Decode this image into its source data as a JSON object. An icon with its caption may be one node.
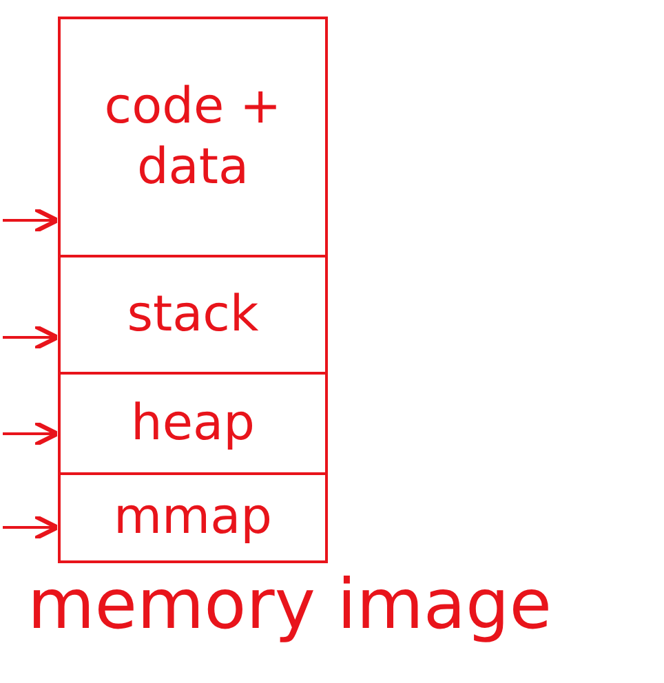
{
  "diagram": {
    "caption": "memory image",
    "nodes": [
      {
        "text": [
          "code + data"
        ]
      },
      {
        "text": [
          "stack"
        ]
      },
      {
        "text": [
          "heap"
        ]
      },
      {
        "text": [
          "mmap"
        ]
      }
    ],
    "edges": [
      {
        "from": null,
        "to": 0,
        "arrow": "to"
      },
      {
        "from": null,
        "to": 1,
        "arrow": "to"
      },
      {
        "from": null,
        "to": 2,
        "arrow": "to"
      },
      {
        "from": null,
        "to": 3,
        "arrow": "to"
      }
    ]
  }
}
